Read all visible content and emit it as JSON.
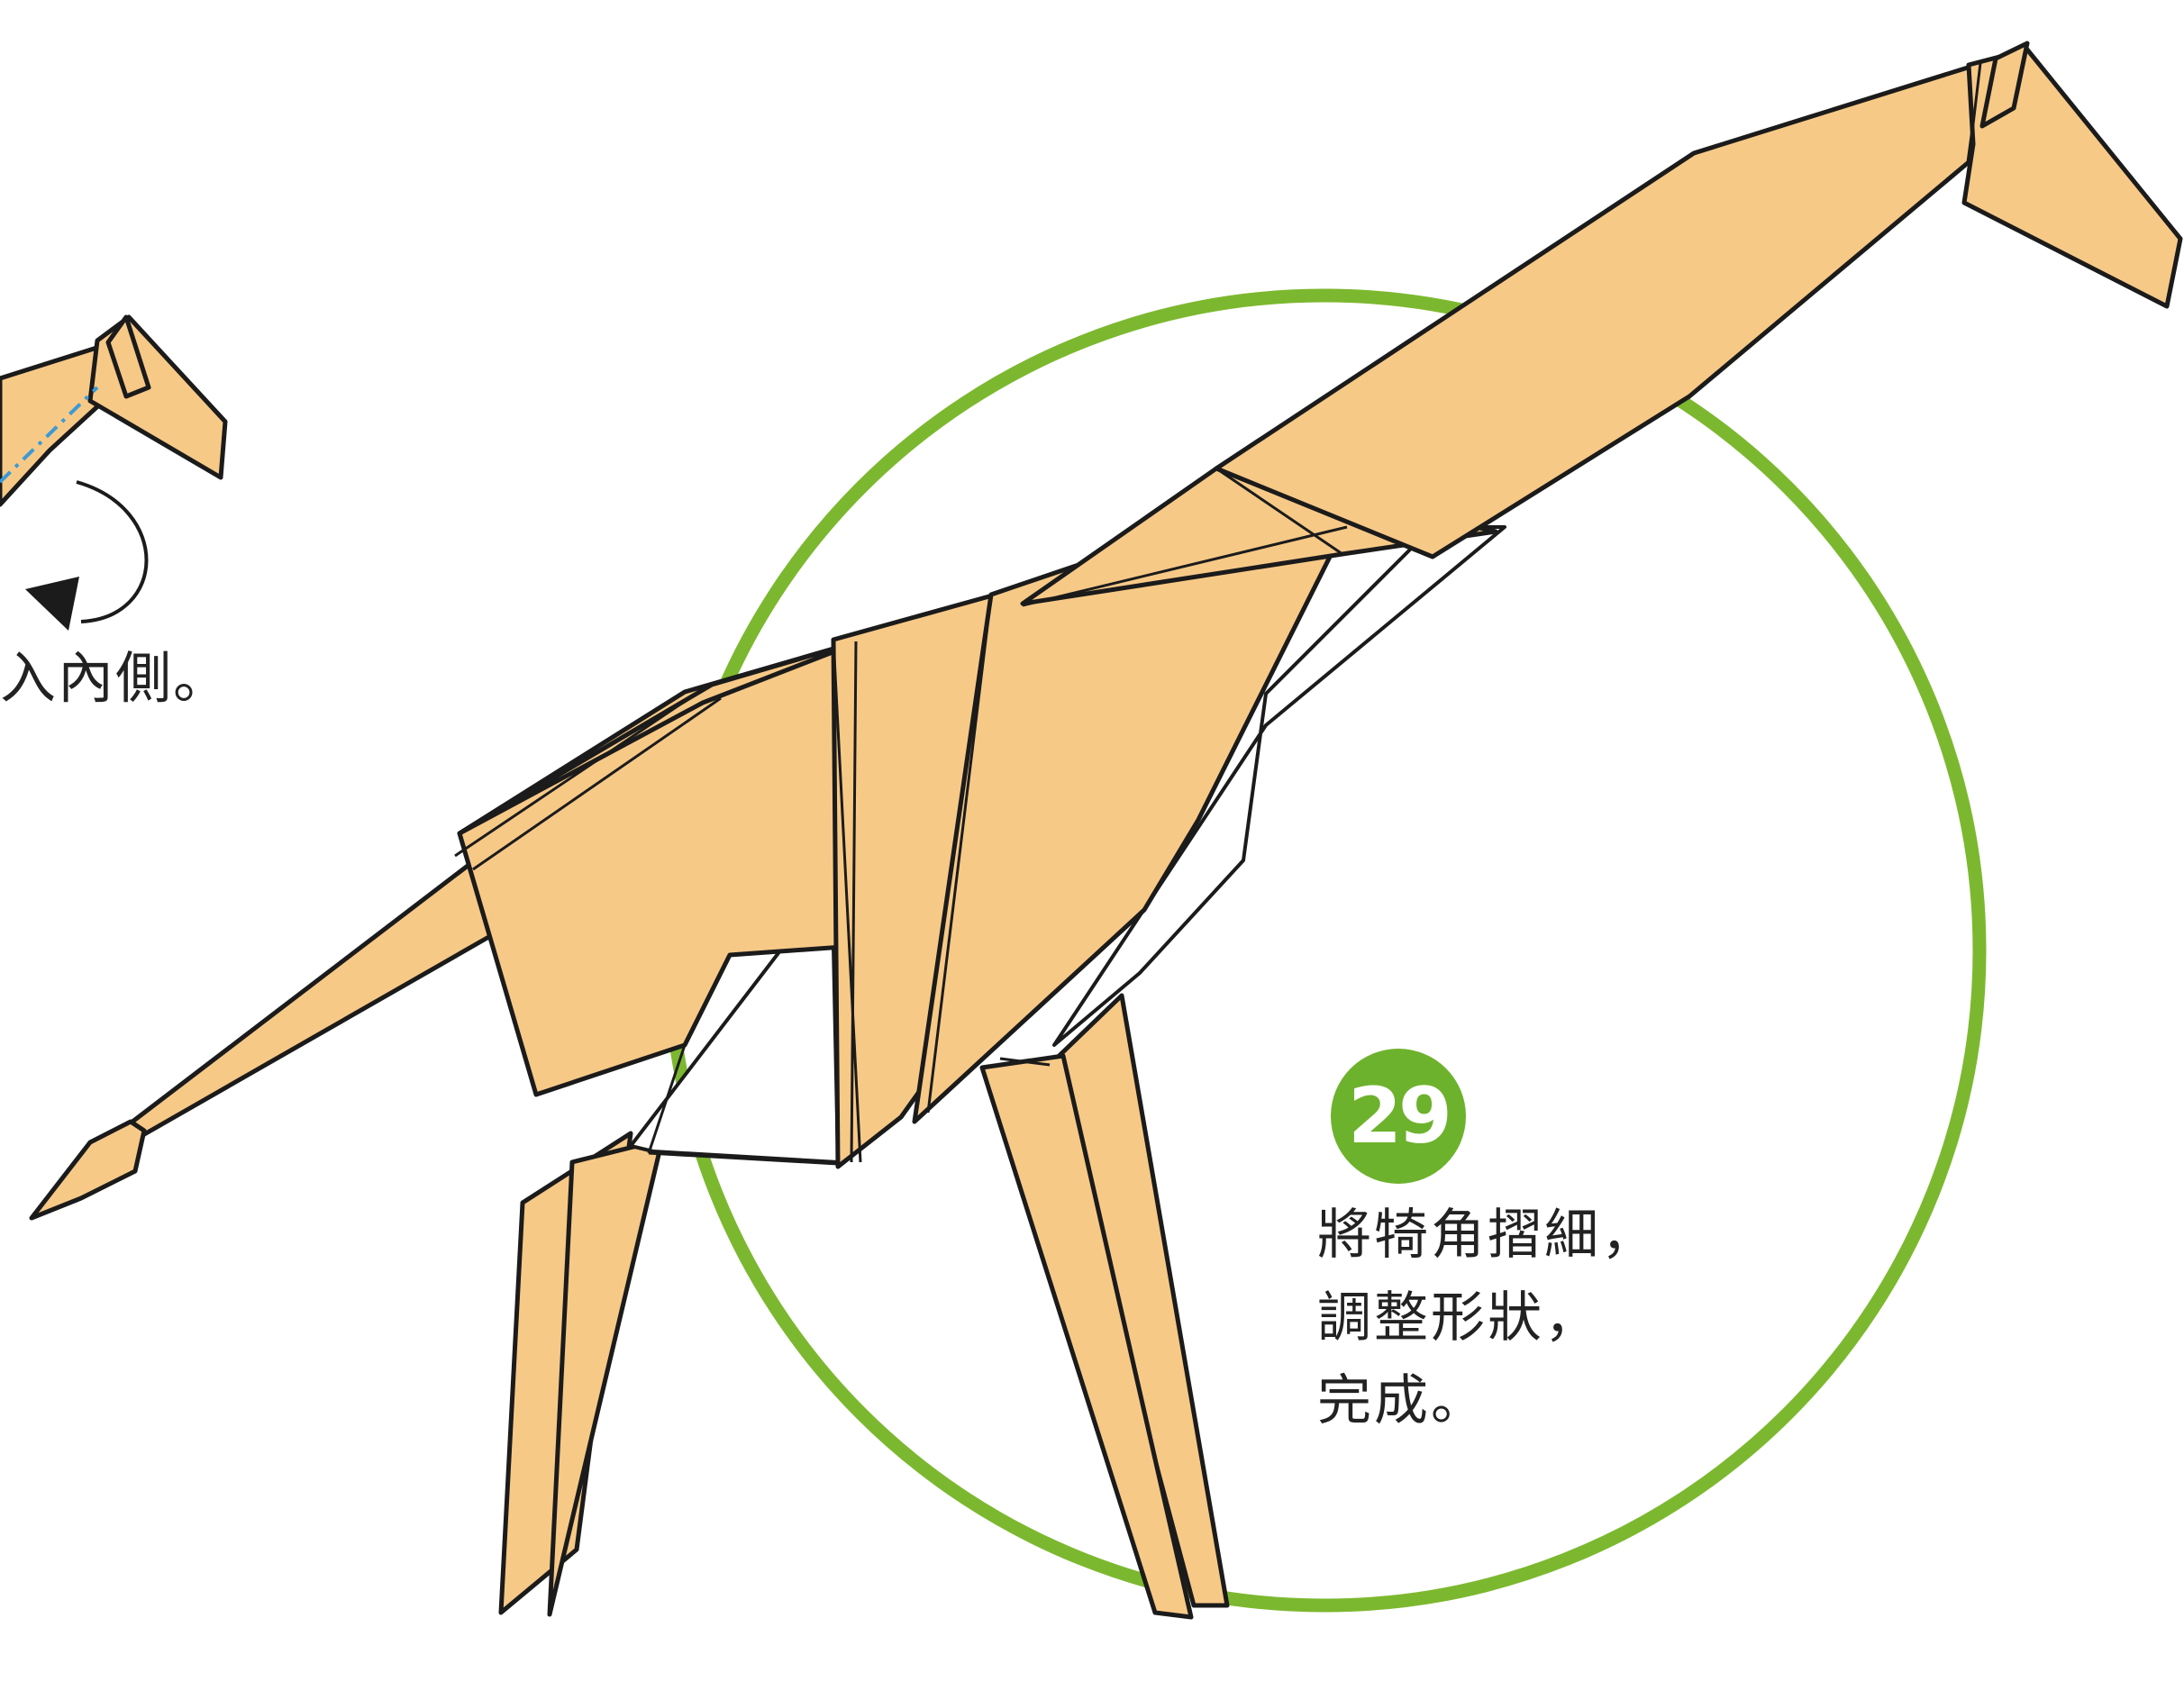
{
  "colors": {
    "paper": "#f7c987",
    "outline": "#1b1b1b",
    "circle": "#7cb82f",
    "badge": "#6db22c",
    "fold_line": "#3a9ad6",
    "background": "#ffffff"
  },
  "previous_step": {
    "caption": "入內側。"
  },
  "current_step": {
    "number": "29",
    "lines": [
      "將犄角摺細，",
      "調整形狀，",
      "完成。"
    ]
  }
}
